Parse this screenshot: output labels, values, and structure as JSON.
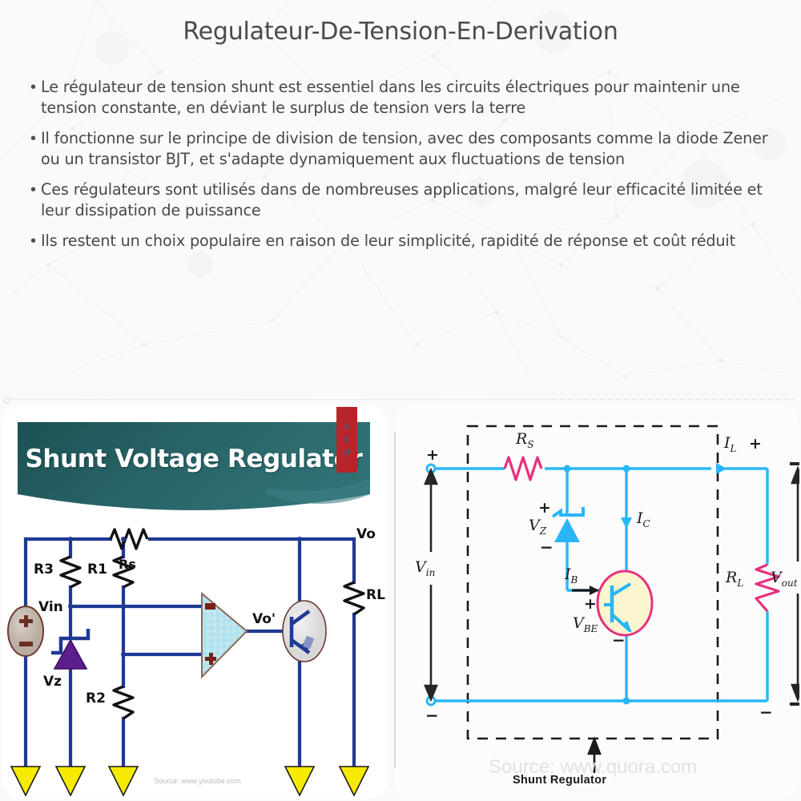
{
  "slide": {
    "title": "Regulateur-De-Tension-En-Derivation",
    "bullet_marker": "•",
    "bullets": [
      "Le régulateur de tension shunt est essentiel dans les circuits électriques pour maintenir une tension constante, en déviant le surplus de tension vers la terre",
      "Il fonctionne sur le principe de division de tension, avec des composants comme la diode Zener ou un transistor BJT, et s'adapte dynamiquement aux fluctuations de tension",
      "Ces régulateurs sont utilisés dans de nombreuses applications, malgré leur efficacité limitée et leur dissipation de puissance",
      "Ils restent un choix populaire en raison de leur simplicité, rapidité de réponse et coût réduit"
    ]
  },
  "left_figure": {
    "banner_title": "Shunt Voltage Regulator",
    "badge_letters": [
      "E",
      "C",
      "H"
    ],
    "source": "Source: www.youtube.com",
    "labels": {
      "rs": "Rs",
      "r1": "R1",
      "r2": "R2",
      "r3": "R3",
      "rl": "RL",
      "vin": "Vin",
      "vz": "Vz",
      "vo": "Vo",
      "vo_prime": "Vo'",
      "opamp_minus": "−",
      "opamp_plus": "+"
    },
    "colors": {
      "wire": "#1f3a93",
      "banner_dark": "#1c5456",
      "banner_light": "#35767a",
      "zener": "#5b1e8c",
      "ground": "#f6ea00",
      "badge_bg": "#b7252b",
      "opamp_fill": "#b8e4ef"
    }
  },
  "right_figure": {
    "caption": "Shunt  Regulator",
    "watermark": "Source: www.quora.com",
    "labels": {
      "rs": "R",
      "rs_sub": "S",
      "vz": "V",
      "vz_sub": "Z",
      "ic": "I",
      "ic_sub": "C",
      "ib": "I",
      "ib_sub": "B",
      "il": "I",
      "il_sub": "L",
      "rl": "R",
      "rl_sub": "L",
      "vbe": "V",
      "vbe_sub": "BE",
      "vin": "V",
      "vin_sub": "in",
      "vout": "V",
      "vout_sub": "out",
      "plus": "+",
      "minus": "−"
    },
    "colors": {
      "wire": "#29b6f6",
      "resistor": "#e8307f",
      "transistor_outline": "#e8307f",
      "transistor_fill": "#fbf6cf",
      "dashed_box": "#1a1a1a",
      "arrow": "#222222"
    }
  }
}
